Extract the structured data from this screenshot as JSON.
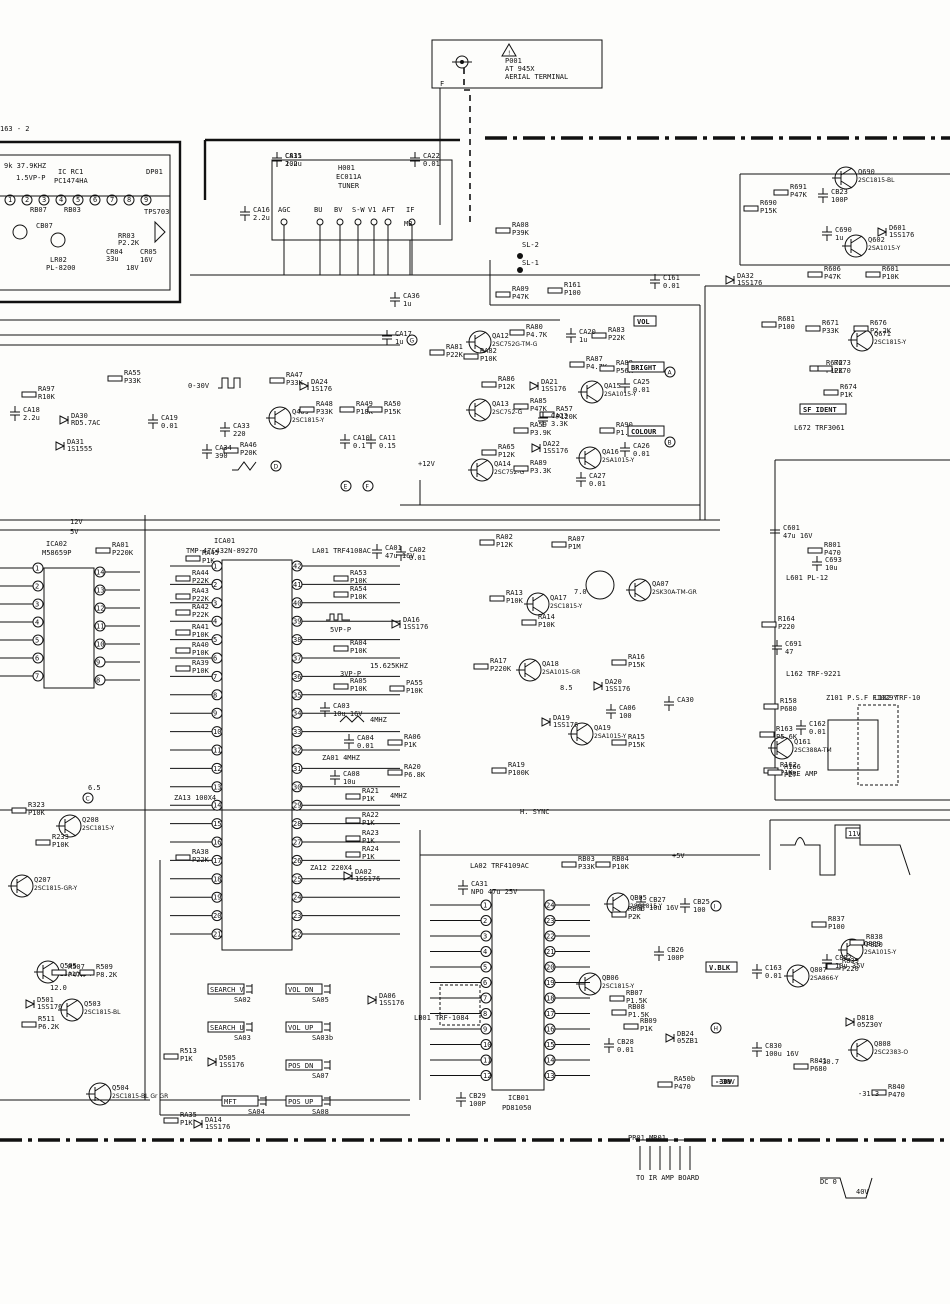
{
  "aerial": {
    "ref": "P001",
    "part": "AT 945X",
    "label": "AERIAL TERMINAL",
    "pin": "F"
  },
  "tuner": {
    "ref": "H001",
    "part": "EC011A",
    "label": "TUNER",
    "pins": [
      "AGC",
      "BU",
      "BV",
      "S-W",
      "V1",
      "AFT",
      "IF",
      "MB"
    ]
  },
  "top_left": {
    "ref": "IC RC1",
    "part": "PC1474HA",
    "freq": "9k 37.9KHZ",
    "wave": "1.5VP-P",
    "dp01": "DP01",
    "tps": "TPS703",
    "pins": [
      "1",
      "2",
      "3",
      "4",
      "5",
      "6",
      "7",
      "8",
      "9"
    ],
    "parts": [
      "RB07",
      "RB03",
      "CB07",
      "LR02",
      "PL-8200",
      "RR03",
      "P2.2K",
      "CR04",
      "33u",
      "CR05",
      "16V",
      "18V"
    ]
  },
  "ic_a01": {
    "ref": "ICA01",
    "part": "TMP-47C432N-8927O",
    "pins_left": [
      "1",
      "2",
      "3",
      "4",
      "5",
      "6",
      "7",
      "8",
      "9",
      "10",
      "11",
      "12",
      "13",
      "14",
      "15",
      "16",
      "17",
      "18",
      "19",
      "20",
      "21"
    ],
    "pins_right": [
      "42",
      "41",
      "40",
      "39",
      "38",
      "37",
      "36",
      "35",
      "34",
      "33",
      "32",
      "31",
      "30",
      "29",
      "28",
      "27",
      "26",
      "25",
      "24",
      "23",
      "22"
    ]
  },
  "ic_a02": {
    "ref": "ICA02",
    "part": "M58659P",
    "pins": [
      "1",
      "2",
      "3",
      "4",
      "5",
      "6",
      "7",
      "8",
      "9",
      "10",
      "11",
      "12",
      "13",
      "14"
    ]
  },
  "ic_b01": {
    "ref": "ICB01",
    "part": "PD81050",
    "pins_left": [
      "1",
      "2",
      "3",
      "4",
      "5",
      "6",
      "7",
      "8",
      "9",
      "10",
      "11",
      "12"
    ],
    "pins_right": [
      "24",
      "23",
      "22",
      "21",
      "20",
      "19",
      "18",
      "17",
      "16",
      "15",
      "14",
      "13"
    ]
  },
  "transistors": [
    {
      "ref": "Q409",
      "part": "2SC1815-Y"
    },
    {
      "ref": "QA12",
      "part": "2SC752G-TM-G"
    },
    {
      "ref": "QA13",
      "part": "2SC752-G"
    },
    {
      "ref": "QA14",
      "part": "2SC752-G"
    },
    {
      "ref": "QA15",
      "part": "2SA1015-Y"
    },
    {
      "ref": "QA16",
      "part": "2SA1015-Y"
    },
    {
      "ref": "QA17",
      "part": "2SC1815-Y"
    },
    {
      "ref": "QA18",
      "part": "2SA1015-GR"
    },
    {
      "ref": "QA19",
      "part": "2SA1015-Y"
    },
    {
      "ref": "QA07",
      "part": "2SK30A-TM-GR"
    },
    {
      "ref": "Q208",
      "part": "2SC1815-Y"
    },
    {
      "ref": "Q207",
      "part": "2SC1815-GR-Y"
    },
    {
      "ref": "Q505",
      "part": "2SA1015-Y"
    },
    {
      "ref": "Q503",
      "part": "2SC1815-BL"
    },
    {
      "ref": "Q504",
      "part": "2SC1815-BL Gr GR"
    },
    {
      "ref": "Q690",
      "part": "2SC1815-BL"
    },
    {
      "ref": "Q602",
      "part": "2SA1015-Y"
    },
    {
      "ref": "Q671",
      "part": "2SC1815-Y"
    },
    {
      "ref": "Q161",
      "part": "2SC388A-TM"
    },
    {
      "ref": "QB05",
      "part": "2SC1815-Y"
    },
    {
      "ref": "QB06",
      "part": "2SC1815-Y"
    },
    {
      "ref": "Q807",
      "part": "2SA866-Y"
    },
    {
      "ref": "Q808",
      "part": "2SC2383-O"
    },
    {
      "ref": "Q809",
      "part": "2SA1015-Y"
    }
  ],
  "resistors": [
    {
      "ref": "RA08",
      "val": "P39K"
    },
    {
      "ref": "RA09",
      "val": "P47K"
    },
    {
      "ref": "R161",
      "val": "P100"
    },
    {
      "ref": "RA80",
      "val": "P4.7K"
    },
    {
      "ref": "RA83",
      "val": "P22K"
    },
    {
      "ref": "RA81",
      "val": "P22K"
    },
    {
      "ref": "RA82",
      "val": "P10K"
    },
    {
      "ref": "RA87",
      "val": "P4.7K"
    },
    {
      "ref": "RA88",
      "val": "P56K"
    },
    {
      "ref": "RA86",
      "val": "P12K"
    },
    {
      "ref": "RA85",
      "val": "P47K"
    },
    {
      "ref": "RA57",
      "val": "P120K"
    },
    {
      "ref": "RA59",
      "val": "P3.9K"
    },
    {
      "ref": "RA90",
      "val": "P1.9K"
    },
    {
      "ref": "RA65",
      "val": "P12K"
    },
    {
      "ref": "RA89",
      "val": "P3.3K"
    },
    {
      "ref": "RA47",
      "val": "P33K"
    },
    {
      "ref": "RA48",
      "val": "P33K"
    },
    {
      "ref": "RA49",
      "val": "P18K"
    },
    {
      "ref": "RA50",
      "val": "P15K"
    },
    {
      "ref": "RA46",
      "val": "P20K"
    },
    {
      "ref": "RA55",
      "val": "P33K"
    },
    {
      "ref": "RA97",
      "val": "R10K"
    },
    {
      "ref": "RA01",
      "val": "P220K"
    },
    {
      "ref": "RA02",
      "val": "P12K"
    },
    {
      "ref": "RA07",
      "val": "P1M"
    },
    {
      "ref": "RA13",
      "val": "P10K"
    },
    {
      "ref": "RA14",
      "val": "P10K"
    },
    {
      "ref": "RA17",
      "val": "P220K"
    },
    {
      "ref": "RA16",
      "val": "P15K"
    },
    {
      "ref": "RA15",
      "val": "P15K"
    },
    {
      "ref": "RA19",
      "val": "P100K"
    },
    {
      "ref": "RA45",
      "val": "P1K"
    },
    {
      "ref": "RA44",
      "val": "P22K"
    },
    {
      "ref": "RA43",
      "val": "P22K"
    },
    {
      "ref": "RA42",
      "val": "P22K"
    },
    {
      "ref": "RA41",
      "val": "P10K"
    },
    {
      "ref": "RA40",
      "val": "P10K"
    },
    {
      "ref": "RA39",
      "val": "P10K"
    },
    {
      "ref": "RA38",
      "val": "P22K"
    },
    {
      "ref": "RA53",
      "val": "P10K"
    },
    {
      "ref": "RA54",
      "val": "P10K"
    },
    {
      "ref": "RA04",
      "val": "P10K"
    },
    {
      "ref": "RA05",
      "val": "P10K"
    },
    {
      "ref": "PA55",
      "val": "P10K"
    },
    {
      "ref": "RA06",
      "val": "P1K"
    },
    {
      "ref": "RA20",
      "val": "P6.8K"
    },
    {
      "ref": "RA21",
      "val": "P1K"
    },
    {
      "ref": "RA22",
      "val": "P1K"
    },
    {
      "ref": "RA23",
      "val": "P1K"
    },
    {
      "ref": "RA24",
      "val": "P1K"
    },
    {
      "ref": "R323",
      "val": "P10K"
    },
    {
      "ref": "R233",
      "val": "P10K"
    },
    {
      "ref": "R507",
      "val": "P47K"
    },
    {
      "ref": "R509",
      "val": "P8.2K"
    },
    {
      "ref": "R511",
      "val": "P6.2K"
    },
    {
      "ref": "R513",
      "val": "P1K"
    },
    {
      "ref": "RA35",
      "val": "P1K"
    },
    {
      "ref": "RB03",
      "val": "P33K"
    },
    {
      "ref": "RB04",
      "val": "P10K"
    },
    {
      "ref": "RB06",
      "val": "P2K"
    },
    {
      "ref": "RB07",
      "val": "P1.5K"
    },
    {
      "ref": "RB08",
      "val": "P1.5K"
    },
    {
      "ref": "RB09",
      "val": "P1K"
    },
    {
      "ref": "RA50b",
      "val": "P470"
    },
    {
      "ref": "R691",
      "val": "P47K"
    },
    {
      "ref": "R690",
      "val": "P15K"
    },
    {
      "ref": "R606",
      "val": "P47K"
    },
    {
      "ref": "R601",
      "val": "P10K"
    },
    {
      "ref": "R681",
      "val": "P100"
    },
    {
      "ref": "R671",
      "val": "P33K"
    },
    {
      "ref": "R676",
      "val": "P2.2K"
    },
    {
      "ref": "R672",
      "val": "P12K"
    },
    {
      "ref": "R673",
      "val": "P270"
    },
    {
      "ref": "R674",
      "val": "P1K"
    },
    {
      "ref": "R801",
      "val": "P470"
    },
    {
      "ref": "R164",
      "val": "P220"
    },
    {
      "ref": "R158",
      "val": "P680"
    },
    {
      "ref": "R163",
      "val": "P5.6K"
    },
    {
      "ref": "R162",
      "val": "P1K"
    },
    {
      "ref": "R166",
      "val": "P27"
    },
    {
      "ref": "R837",
      "val": "P100"
    },
    {
      "ref": "R838",
      "val": "P820"
    },
    {
      "ref": "R839",
      "val": "P220"
    },
    {
      "ref": "R841",
      "val": "P680"
    },
    {
      "ref": "R840",
      "val": "P470"
    }
  ],
  "capacitors": [
    {
      "ref": "CA15",
      "val": "2.2u"
    },
    {
      "ref": "CA16",
      "val": "2.2u"
    },
    {
      "ref": "CA22",
      "val": "0.01"
    },
    {
      "ref": "CA36",
      "val": "1u"
    },
    {
      "ref": "CA17",
      "val": "1u"
    },
    {
      "ref": "C161",
      "val": "0.01"
    },
    {
      "ref": "CA20",
      "val": "1u"
    },
    {
      "ref": "CA25",
      "val": "0.01"
    },
    {
      "ref": "CA23",
      "val": "3.3K"
    },
    {
      "ref": "CA26",
      "val": "0.01"
    },
    {
      "ref": "CA27",
      "val": "0.01"
    },
    {
      "ref": "CA18",
      "val": "2.2u"
    },
    {
      "ref": "CA19",
      "val": "0.01"
    },
    {
      "ref": "CA33",
      "val": "220"
    },
    {
      "ref": "CA34",
      "val": "390"
    },
    {
      "ref": "CA10",
      "val": "0.1"
    },
    {
      "ref": "CA11",
      "val": "0.15"
    },
    {
      "ref": "CA01",
      "val": "47u 16V"
    },
    {
      "ref": "CA02",
      "val": "0.01"
    },
    {
      "ref": "CA03",
      "val": "10u 16V"
    },
    {
      "ref": "CA04",
      "val": "0.01"
    },
    {
      "ref": "CA08",
      "val": "10u"
    },
    {
      "ref": "CA06",
      "val": "100"
    },
    {
      "ref": "CA30",
      "val": ""
    },
    {
      "ref": "CA31",
      "val": "NPO 47u 25V"
    },
    {
      "ref": "CB27",
      "val": "10u 16V"
    },
    {
      "ref": "CB25",
      "val": "100"
    },
    {
      "ref": "CB26",
      "val": "100P"
    },
    {
      "ref": "CB28",
      "val": "0.01"
    },
    {
      "ref": "CB29",
      "val": "100P"
    },
    {
      "ref": "CB23",
      "val": "100P"
    },
    {
      "ref": "C690",
      "val": "1u"
    },
    {
      "ref": "C601",
      "val": "47u 16V"
    },
    {
      "ref": "C693",
      "val": "10u"
    },
    {
      "ref": "C691",
      "val": "47"
    },
    {
      "ref": "C162",
      "val": "0.01"
    },
    {
      "ref": "C163",
      "val": "0.01"
    },
    {
      "ref": "C802",
      "val": "10u 35V"
    },
    {
      "ref": "C830",
      "val": "100u 16V"
    },
    {
      "ref": "C831",
      "val": "10u"
    }
  ],
  "diodes": [
    {
      "ref": "DA24",
      "part": "1S176"
    },
    {
      "ref": "DA30",
      "part": "RD5.7AC"
    },
    {
      "ref": "DA31",
      "part": "1S1555"
    },
    {
      "ref": "DA21",
      "part": "1SS176"
    },
    {
      "ref": "DA22",
      "part": "1SS176"
    },
    {
      "ref": "DA16",
      "part": "1SS176"
    },
    {
      "ref": "DA20",
      "part": "1SS176"
    },
    {
      "ref": "DA19",
      "part": "1SS176"
    },
    {
      "ref": "DA02",
      "part": "1SS176"
    },
    {
      "ref": "DA32",
      "part": "1SS176"
    },
    {
      "ref": "D501",
      "part": "1SS176"
    },
    {
      "ref": "D505",
      "part": "1SS176"
    },
    {
      "ref": "DA06",
      "part": "1SS176"
    },
    {
      "ref": "DA14",
      "part": "1SS176"
    },
    {
      "ref": "D601",
      "part": "1SS176"
    },
    {
      "ref": "DB24",
      "part": "05ZB1"
    },
    {
      "ref": "D818",
      "part": "05Z30Y"
    }
  ],
  "switches": [
    {
      "ref": "SA02",
      "label": "SEARCH V"
    },
    {
      "ref": "SA05",
      "label": "VOL DN"
    },
    {
      "ref": "SA03",
      "label": "SEARCH U"
    },
    {
      "ref": "SA03b",
      "label": "VOL UP"
    },
    {
      "ref": "SA07",
      "label": "POS DN"
    },
    {
      "ref": "SA04",
      "label": "MFT"
    },
    {
      "ref": "SA08",
      "label": "POS UP"
    }
  ],
  "tags": [
    "VOL",
    "BRIGHT",
    "COLOUR",
    "SF IDENT",
    "V.BLK",
    "-30V"
  ],
  "nodes": [
    "A",
    "B",
    "C",
    "D",
    "E",
    "F",
    "G",
    "H",
    "I"
  ],
  "rails": [
    "12V",
    "5V",
    "+12V",
    "+5V",
    "-30V",
    "H. SYNC"
  ],
  "waveforms": {
    "va0": "0-30V",
    "vb": "5VP-P",
    "fh": "15.625KHZ",
    "f4": "4MHZ",
    "f4b": "4MHZ",
    "v3": "3VP-P"
  },
  "misc": {
    "sl1": "SL-1",
    "sl2": "SL-2",
    "za01": "ZA01 4MHZ",
    "za12": "ZA12 220X4",
    "za13": "ZA13 100X4",
    "la01": "LA01 TRF4108AC",
    "la02": "LA02 TRF4109AC",
    "lb01": "LB01 TRF-1084",
    "l601": "L601 PL-12",
    "l672": "L672 TRF3061",
    "l162": "L162 TRF-9221",
    "z101": "Z101 P.S.F F1029Y",
    "l102": "L102 TRF-10",
    "pr01": "PR01 MR01",
    "to_board": "TO IR AMP BOARD",
    "dc": "DC 0",
    "v40": "40V",
    "pre_amp": "PRE AMP",
    "v_neg": "-30.7",
    "v_313": "-31.3",
    "v11": "11V",
    "page_ref": "163 - 2",
    "v12": "12.0",
    "v65": "6.5",
    "v70": "7.0",
    "v85": "8.5"
  },
  "colors": {
    "ink": "#111111",
    "paper": "#fdfdfb"
  }
}
